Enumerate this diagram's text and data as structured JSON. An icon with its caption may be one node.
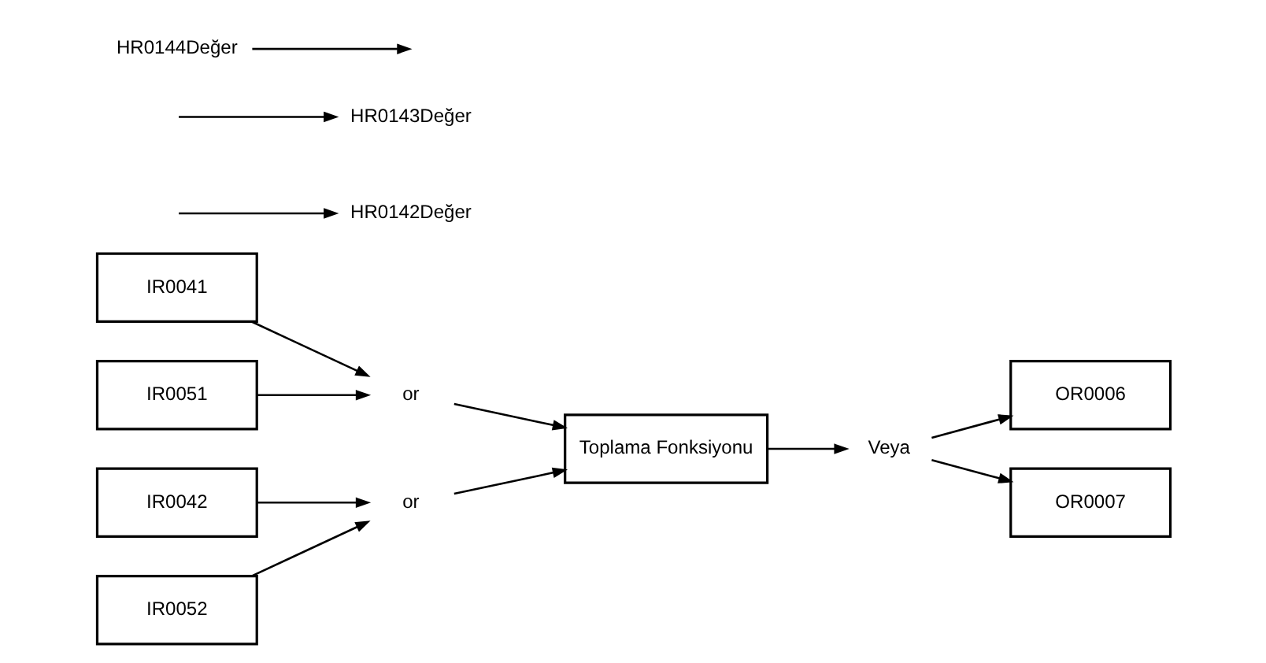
{
  "diagram": {
    "nodes": [
      {
        "text": [
          "IR0041"
        ]
      },
      {
        "text": [
          "IR0042"
        ]
      },
      {
        "text": [
          "IR0051"
        ]
      },
      {
        "text": [
          "IR0052"
        ]
      },
      {
        "text": [
          "or"
        ]
      },
      {
        "text": [
          "or"
        ]
      },
      {
        "text": [
          "Toplama Fonksiyonu"
        ]
      },
      {
        "text": [
          "Veya"
        ]
      },
      {
        "text": [
          "OR0006"
        ]
      },
      {
        "text": [
          "OR0007"
        ]
      },
      {
        "text": [
          "HR0142Değer"
        ]
      },
      {
        "text": [
          "HR0143Değer"
        ]
      },
      {
        "text": [
          "HR0144Değer"
        ]
      }
    ],
    "edges": [
      {
        "from": 0,
        "to": 4,
        "arrow": "to"
      },
      {
        "from": 2,
        "to": 4,
        "arrow": "to"
      },
      {
        "from": 1,
        "to": 5,
        "arrow": "to"
      },
      {
        "from": 3,
        "to": 5,
        "arrow": "to"
      },
      {
        "from": 4,
        "to": 6,
        "arrow": "to"
      },
      {
        "from": 5,
        "to": 6,
        "arrow": "to"
      },
      {
        "from": 6,
        "to": 7,
        "arrow": "to"
      },
      {
        "from": 7,
        "to": 8,
        "arrow": "to"
      },
      {
        "from": 7,
        "to": 9,
        "arrow": "to"
      },
      {
        "from": null,
        "to": 10,
        "arrow": "to"
      },
      {
        "from": null,
        "to": 11,
        "arrow": "to"
      },
      {
        "from": 12,
        "to": null,
        "arrow": "to"
      }
    ]
  }
}
